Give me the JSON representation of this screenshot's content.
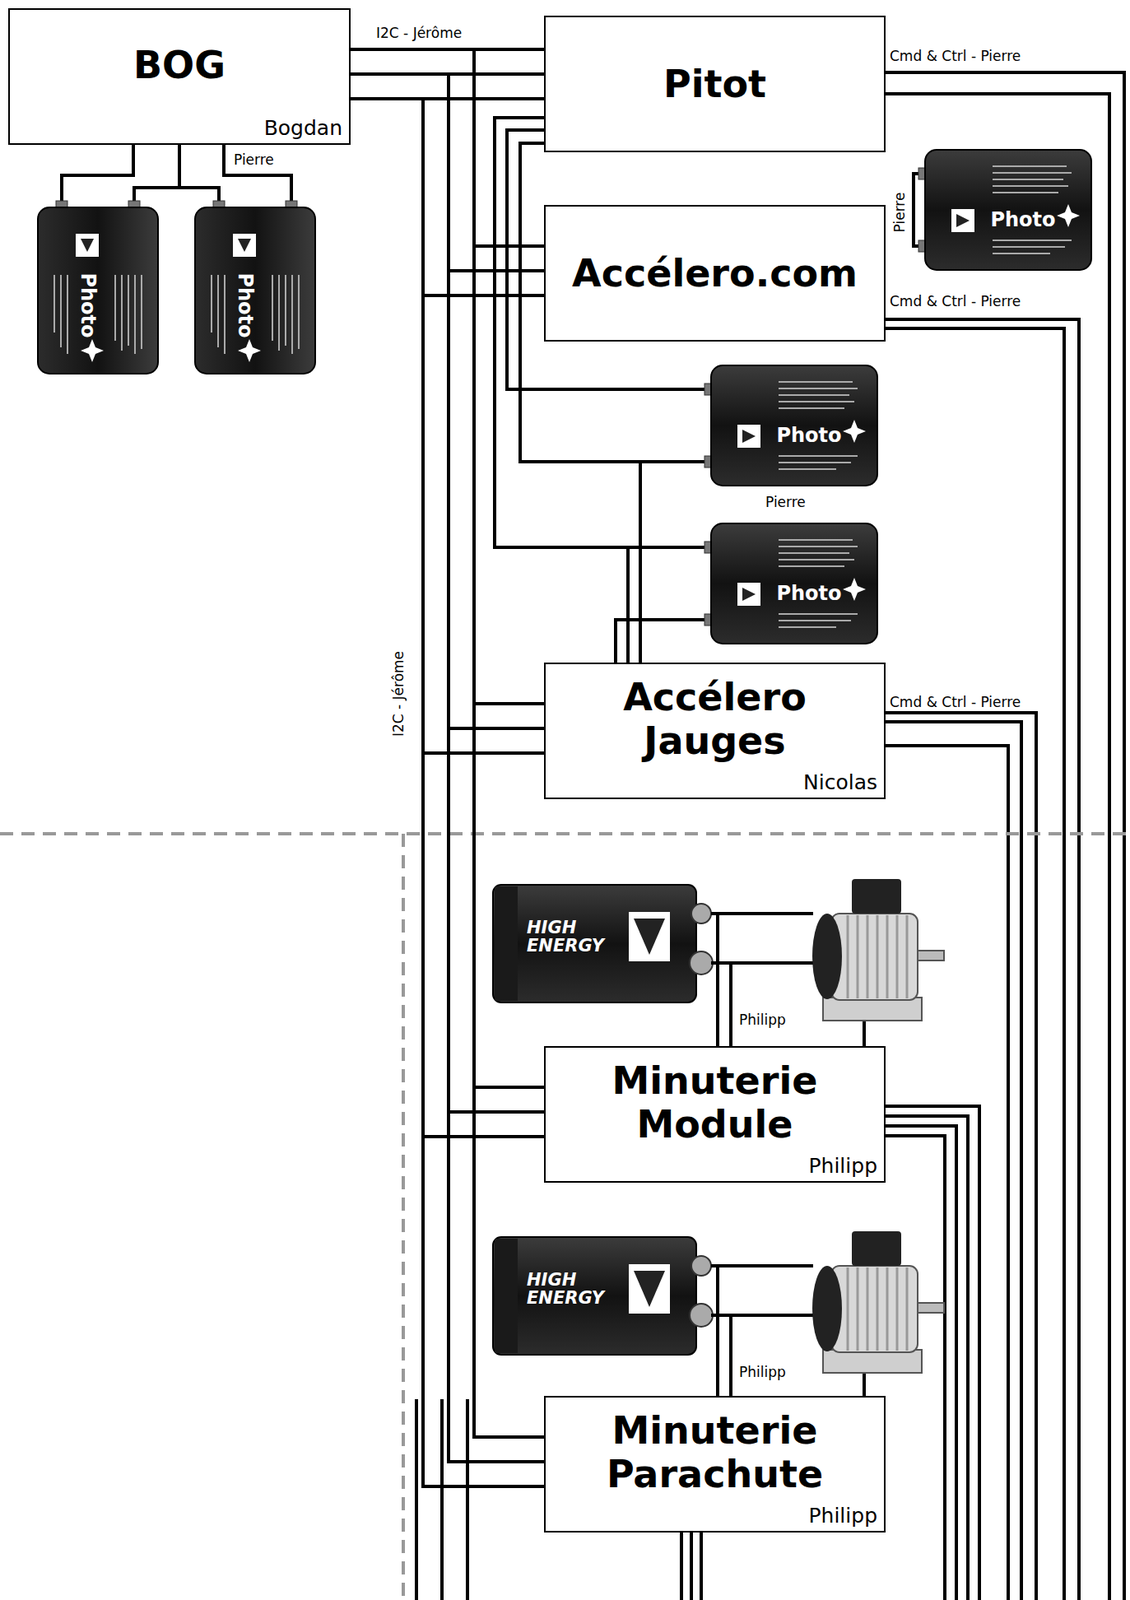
{
  "diagram": {
    "nodes": [
      {
        "text": [
          "BOG",
          "Bogdan"
        ]
      },
      {
        "text": [
          "Pitot"
        ]
      },
      {
        "text": [
          "Accélero.com"
        ]
      },
      {
        "text": [
          "Accélero Jauges",
          "Nicolas"
        ]
      },
      {
        "text": [
          "Minuterie Module",
          "Philipp"
        ]
      },
      {
        "text": [
          "Minuterie Parachute",
          "Philipp"
        ]
      }
    ],
    "edges": [
      {
        "from": 0,
        "to": 1,
        "arrow": "none"
      },
      {
        "from": 0,
        "to": 2,
        "arrow": "none"
      },
      {
        "from": 0,
        "to": 3,
        "arrow": "none"
      },
      {
        "from": 0,
        "to": 4,
        "arrow": "none"
      },
      {
        "from": 0,
        "to": 5,
        "arrow": "none"
      }
    ],
    "labels": [
      "I2C - Jérôme",
      "Cmd & Ctrl - Pierre",
      "Pierre",
      "Pierre",
      "Cmd & Ctrl - Pierre",
      "Pierre",
      "I2C - Jérôme",
      "Cmd & Ctrl - Pierre",
      "Philipp",
      "Philipp",
      "Photo",
      "Photo",
      "Photo",
      "Photo",
      "Photo",
      "HIGH ENERGY",
      "HIGH ENERGY"
    ]
  }
}
